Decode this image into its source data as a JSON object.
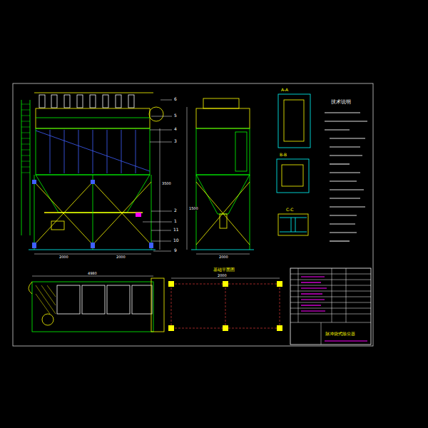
{
  "diagram": {
    "labels": [
      "技术说明",
      "A-A",
      "B-B",
      "C-C",
      "基础平面图",
      "6",
      "5",
      "4",
      "3",
      "2",
      "1",
      "11",
      "10",
      "9",
      "2000",
      "2000",
      "2000",
      "3500",
      "4980",
      "2000",
      "1500",
      "脉冲袋式除尘器"
    ]
  }
}
